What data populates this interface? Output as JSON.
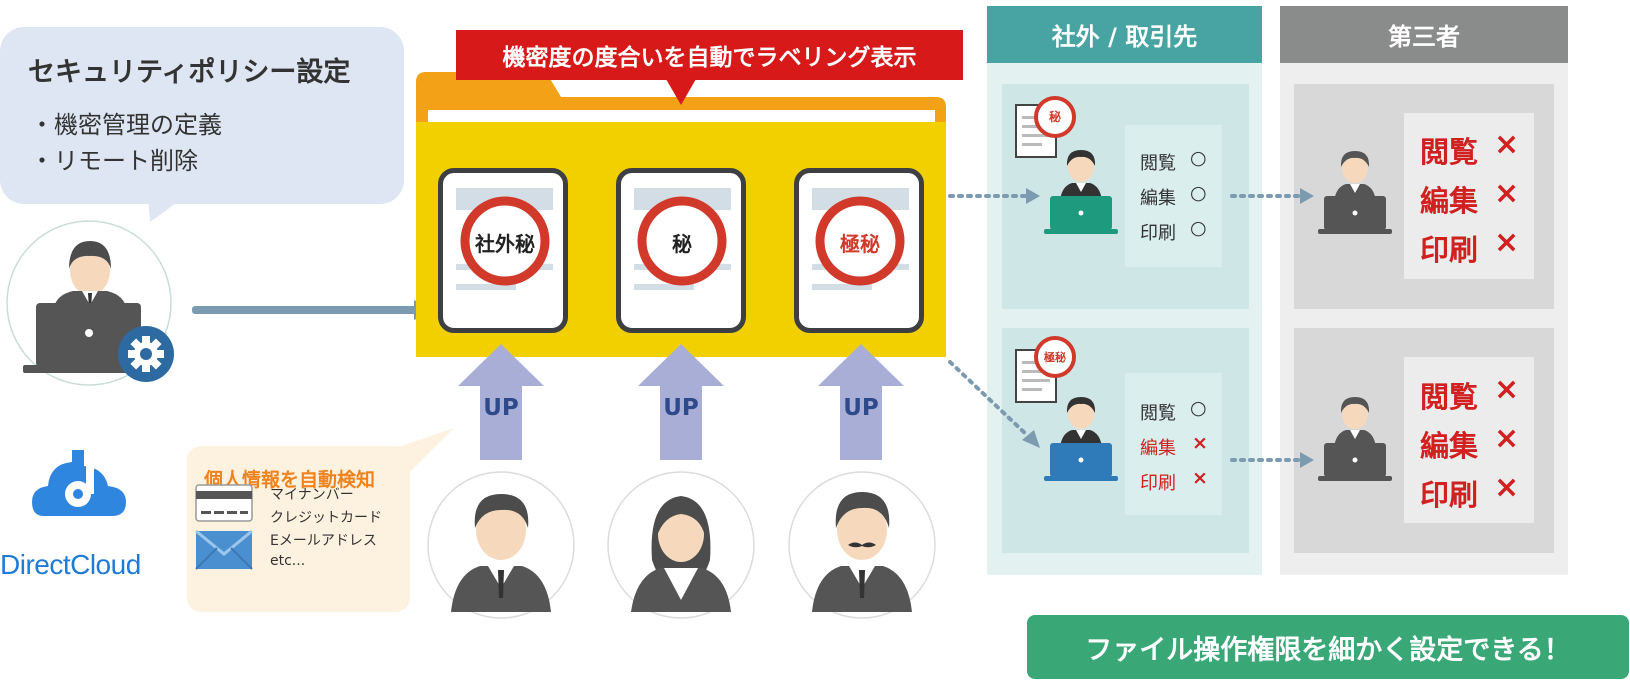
{
  "policy": {
    "title": "セキュリティポリシー設定",
    "items": [
      "・機密管理の定義",
      "・リモート削除"
    ]
  },
  "folder": {
    "banner": "機密度の度合いを自動でラベリング表示",
    "stamps": [
      "社外秘",
      "秘",
      "極秘"
    ],
    "up_label": "UP"
  },
  "pii": {
    "title": "個人情報を自動検知",
    "items": [
      "マイナンバー",
      "クレジットカード",
      "Eメールアドレス",
      "etc..."
    ]
  },
  "brand": {
    "name": "DirectCloud"
  },
  "partner": {
    "header": "社外 / 取引先",
    "doc_labels": [
      "秘",
      "極秘"
    ],
    "top_permissions": [
      {
        "label": "閲覧",
        "mark": "○"
      },
      {
        "label": "編集",
        "mark": "○"
      },
      {
        "label": "印刷",
        "mark": "○"
      }
    ],
    "bottom_permissions": [
      {
        "label": "閲覧",
        "mark": "○"
      },
      {
        "label": "編集",
        "mark": "×"
      },
      {
        "label": "印刷",
        "mark": "×"
      }
    ]
  },
  "third_party": {
    "header": "第三者",
    "permissions": [
      {
        "label": "閲覧",
        "mark": "×"
      },
      {
        "label": "編集",
        "mark": "×"
      },
      {
        "label": "印刷",
        "mark": "×"
      }
    ]
  },
  "footer": {
    "text": "ファイル操作権限を細かく設定できる！"
  },
  "colors": {
    "folder_yellow": "#f2d000",
    "folder_orange": "#f3a116",
    "banner_red": "#d7191a",
    "teal_header": "#47a4a3",
    "gray_header": "#8a8b8b",
    "footer_green": "#3aa777",
    "deny_red": "#d02020",
    "arrow_purple": "#a9aed6"
  }
}
